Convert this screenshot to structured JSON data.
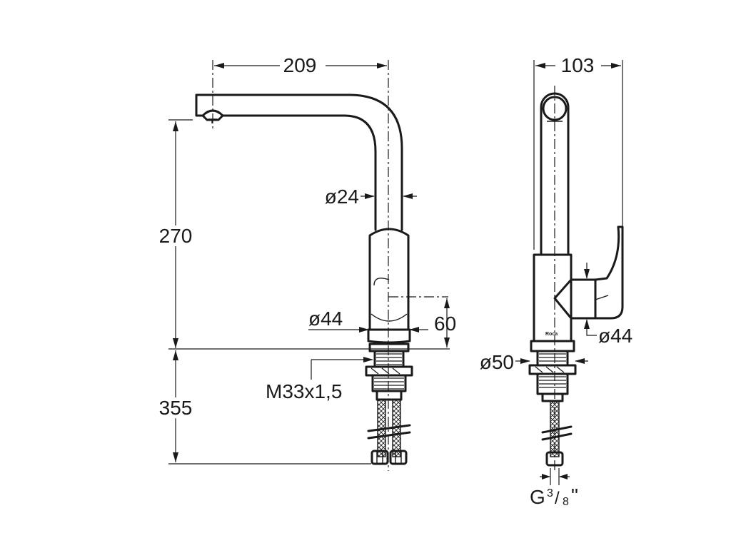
{
  "front_view": {
    "dim_spout_reach": "209",
    "dim_spout_diameter": "ø24",
    "dim_spout_height": "270",
    "dim_body_diameter": "ø44",
    "dim_lever_height": "60",
    "dim_thread": "M33x1,5",
    "dim_below_deck": "355"
  },
  "side_view": {
    "dim_width": "103",
    "dim_lever_diameter": "ø44",
    "dim_base_diameter": "ø50",
    "dim_hose_connection_prefix": "G",
    "dim_hose_connection_num": "3",
    "dim_hose_connection_den": "8",
    "dim_hose_connection_suffix": "\"",
    "brand_logo": "Roca"
  }
}
